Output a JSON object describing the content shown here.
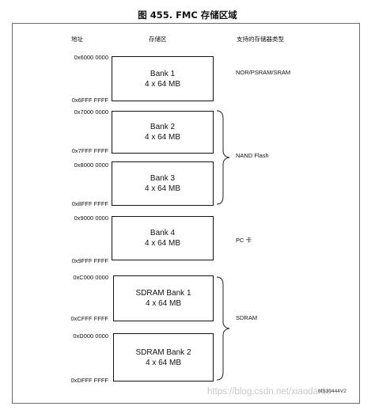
{
  "title": "图 455. FMC 存储区域",
  "headers": {
    "address": "地址",
    "region": "存储区",
    "types": "支持的存储器类型"
  },
  "banks": [
    {
      "name": "Bank 1",
      "size": "4 x 64 MB",
      "start": "0x6000 0000",
      "end": "0x6FFF FFFF"
    },
    {
      "name": "Bank 2",
      "size": "4 x 64 MB",
      "start": "0x7000 0000",
      "end": "0x7FFF FFFF"
    },
    {
      "name": "Bank 3",
      "size": "4 x 64 MB",
      "start": "0x8000 0000",
      "end": "0x8FFF FFFF"
    },
    {
      "name": "Bank 4",
      "size": "4 x 64 MB",
      "start": "0x9000 0000",
      "end": "0x9FFF FFFF"
    },
    {
      "name": "SDRAM Bank 1",
      "size": "4 x 64 MB",
      "start": "0xC000 0000",
      "end": "0xCFFF FFFF"
    },
    {
      "name": "SDRAM Bank 2",
      "size": "4 x 64 MB",
      "start": "0xD000 0000",
      "end": "0xDFFF FFFF"
    }
  ],
  "memory_types": {
    "nor": "NOR/PSRAM/SRAM",
    "nand": "NAND Flash",
    "pc": "PC 卡",
    "sdram": "SDRAM"
  },
  "figure_id": "MS30444V2",
  "watermark": "https://blog.csdn.net/xiaodarao"
}
